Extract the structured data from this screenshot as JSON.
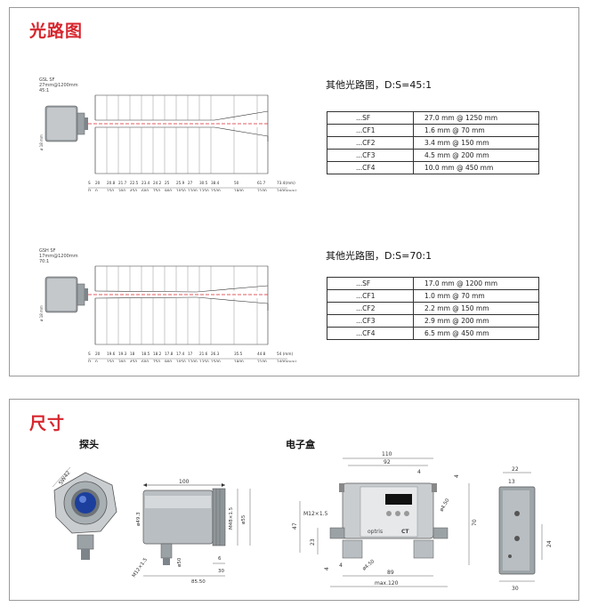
{
  "optics": {
    "title": "光路图",
    "diagram1": {
      "model": "GSL SF",
      "spot_info": "27mm@1200mm",
      "ratio": "45:1",
      "spots": [
        "S",
        "20",
        "20.8",
        "21.7",
        "22.5",
        "23.4",
        "24.2",
        "25",
        "25.9",
        "27",
        "30.5",
        "38.4",
        "50",
        "61.7",
        "73.4(mm)"
      ],
      "distances": [
        "D",
        "0",
        "150",
        "300",
        "450",
        "600",
        "750",
        "900",
        "1050",
        "1200",
        "1350",
        "1500",
        "1800",
        "2100",
        "2400(mm)"
      ]
    },
    "diagram2": {
      "model": "GSH SF",
      "spot_info": "17mm@1200mm",
      "ratio": "70:1",
      "spots": [
        "S",
        "20",
        "19.6",
        "19.3",
        "18",
        "18.5",
        "18.2",
        "17.8",
        "17.4",
        "17",
        "21.6",
        "26.3",
        "35.5",
        "44.8",
        "54 (mm)"
      ],
      "distances": [
        "D",
        "0",
        "150",
        "300",
        "450",
        "600",
        "750",
        "900",
        "1050",
        "1200",
        "1350",
        "1500",
        "1800",
        "2100",
        "2400(mm)"
      ]
    },
    "table1": {
      "title": "其他光路图，D:S=45:1",
      "rows": [
        [
          "...SF",
          "27.0 mm @ 1250 mm"
        ],
        [
          "...CF1",
          "1.6 mm @ 70 mm"
        ],
        [
          "...CF2",
          "3.4 mm @ 150 mm"
        ],
        [
          "...CF3",
          "4.5 mm @ 200 mm"
        ],
        [
          "...CF4",
          "10.0 mm @ 450 mm"
        ]
      ]
    },
    "table2": {
      "title": "其他光路图，D:S=70:1",
      "rows": [
        [
          "...SF",
          "17.0 mm @ 1200 mm"
        ],
        [
          "...CF1",
          "1.0 mm @ 70 mm"
        ],
        [
          "...CF2",
          "2.2 mm @ 150 mm"
        ],
        [
          "...CF3",
          "2.9 mm @ 200 mm"
        ],
        [
          "...CF4",
          "6.5 mm @ 450 mm"
        ]
      ]
    },
    "lens_label": "ø 18 mm"
  },
  "dimensions": {
    "title": "尺寸",
    "probe_title": "探头",
    "box_title": "电子盒",
    "probe": {
      "sw": "SW42",
      "length": "100",
      "dia_49": "ø49.3",
      "thread": "M48×1.5",
      "dia_55": "ø55",
      "m12": "M12×1.5",
      "dia_50": "ø50",
      "d_8550": "85.50",
      "d_30": "30",
      "d_6": "6"
    },
    "box": {
      "w110": "110",
      "w92": "92",
      "d4a": "4",
      "d4b": "4",
      "h70": "70",
      "dia450a": "ø4.50",
      "m12": "M12×1.5",
      "h47": "47",
      "h23": "23",
      "h4": "4",
      "w4": "4",
      "dia450b": "ø4.50",
      "w89": "89",
      "max": "max.120",
      "brand": "optris",
      "model": "CT",
      "side_w22": "22",
      "side_13": "13",
      "side_h24": "24",
      "side_w30": "30"
    }
  }
}
